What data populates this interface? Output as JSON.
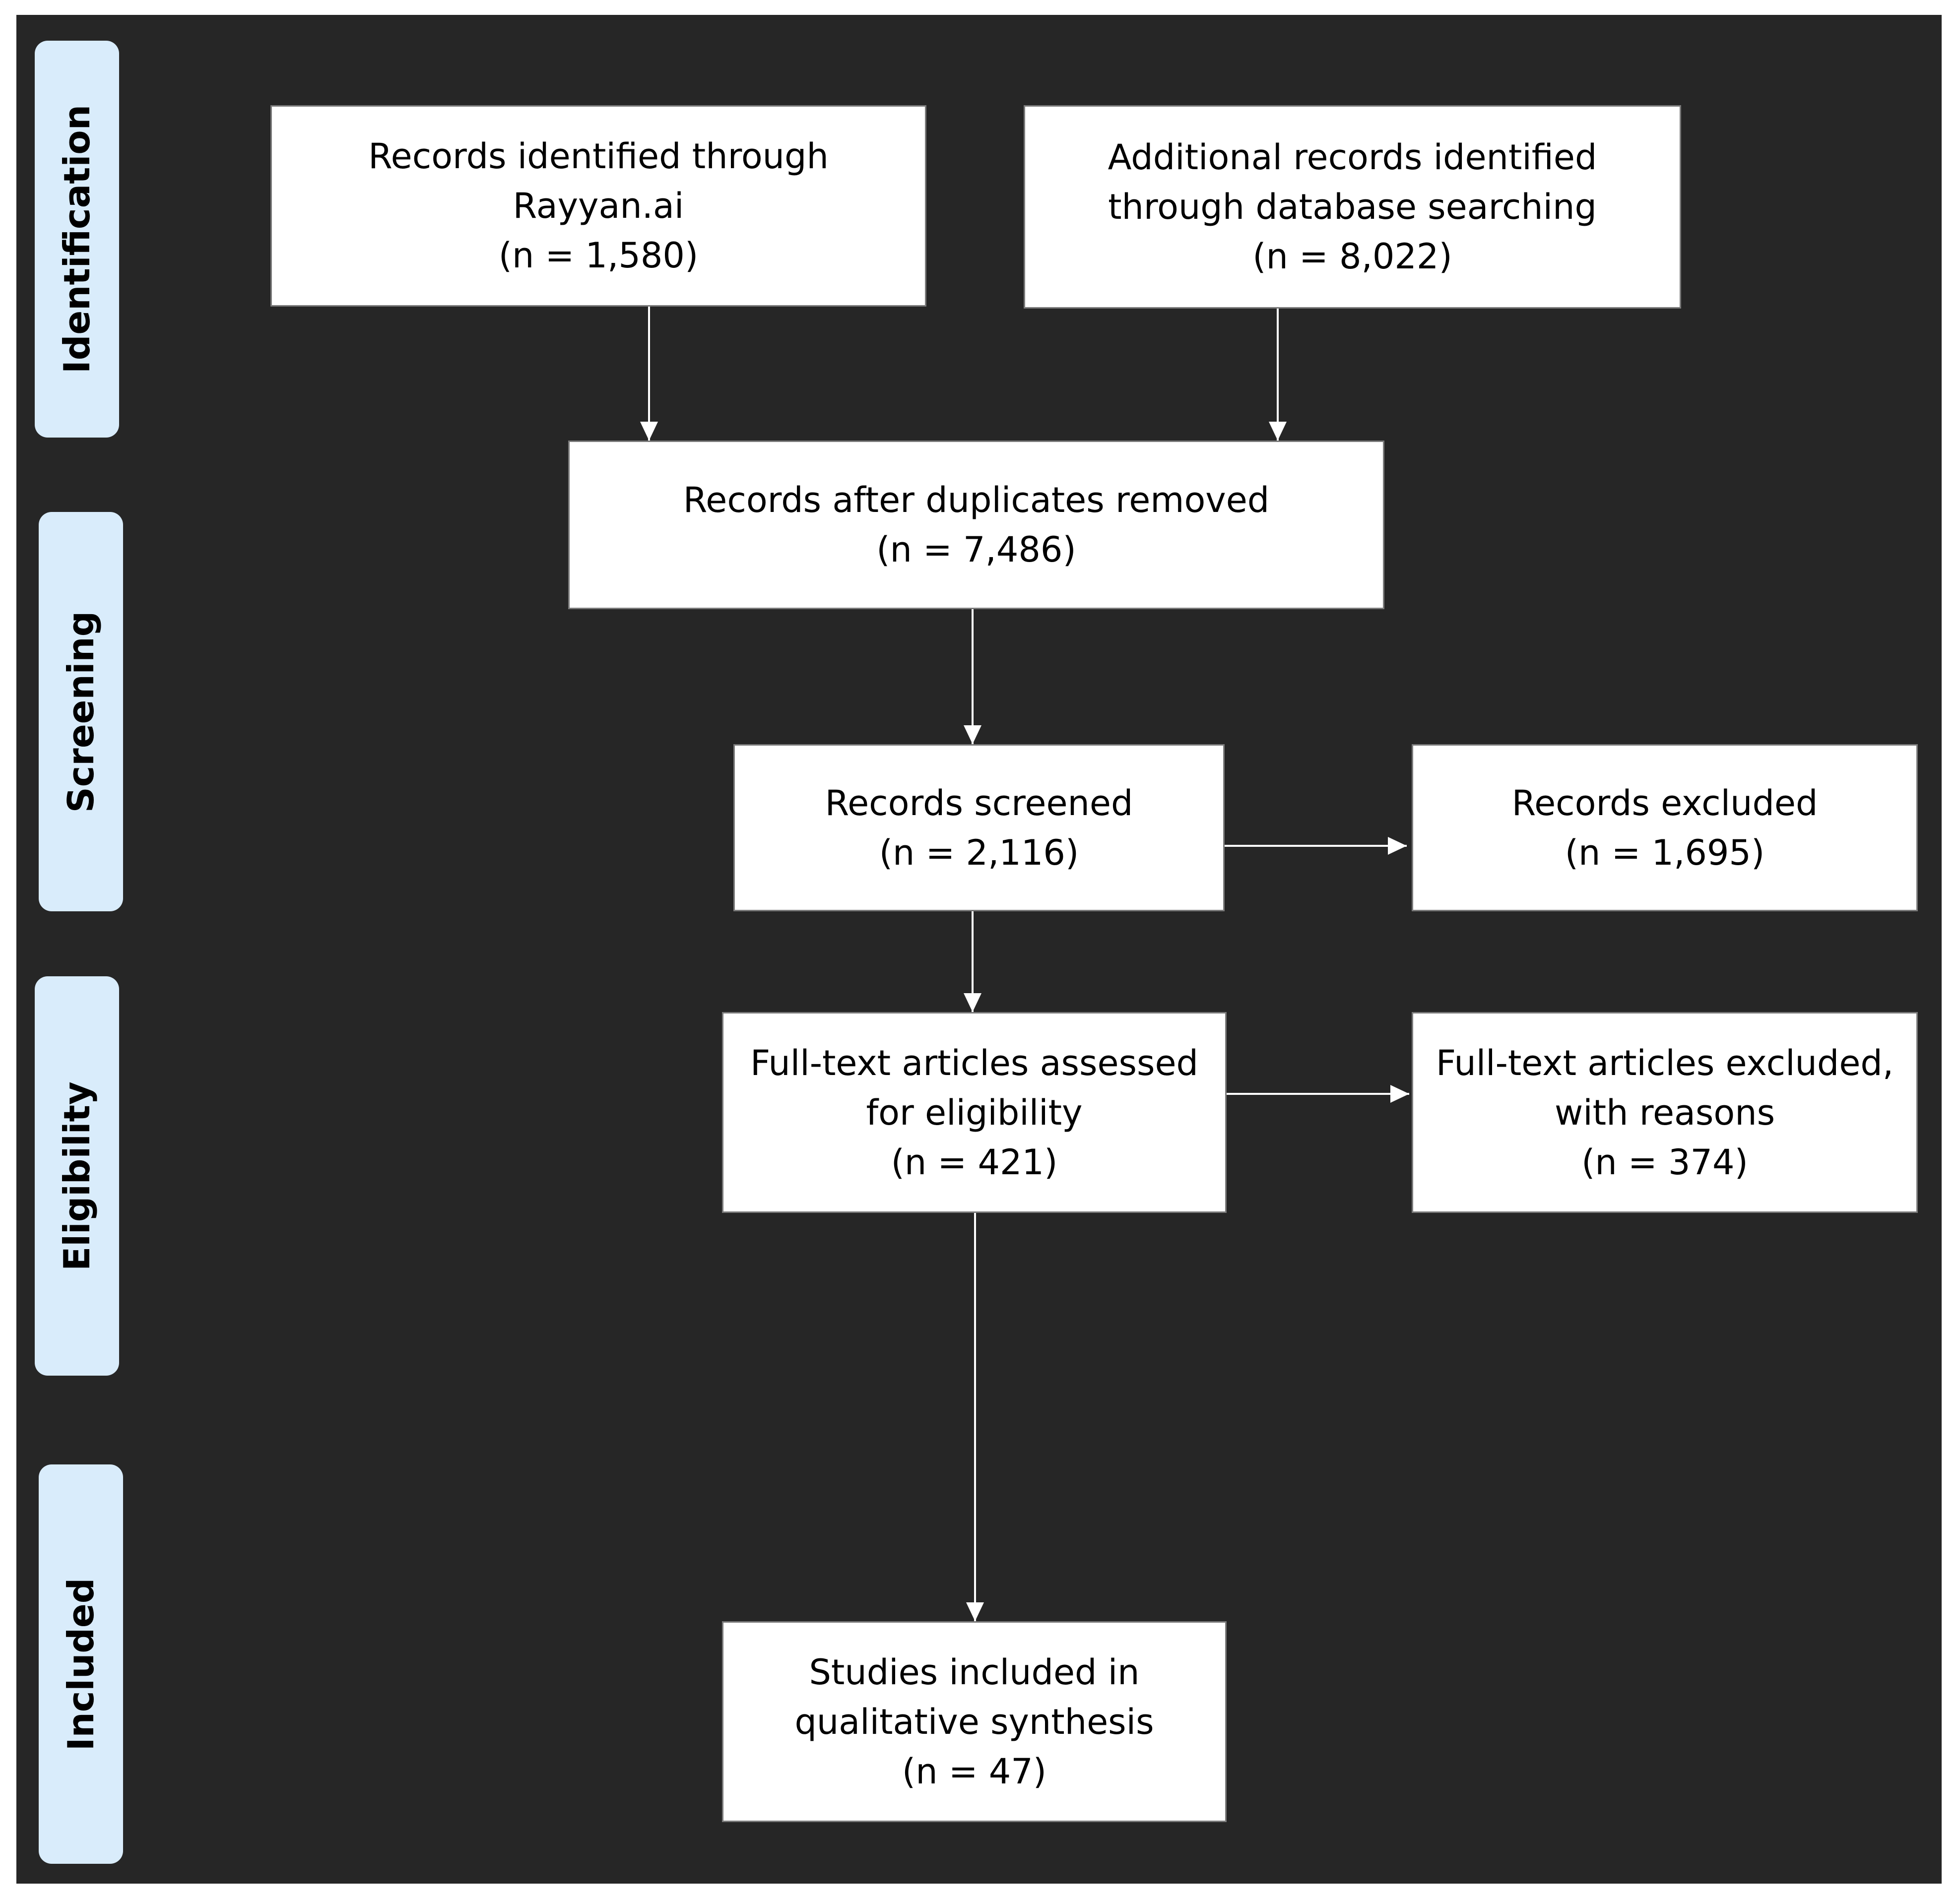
{
  "colors": {
    "background": "#262626",
    "stage_fill": "#d9ecfb",
    "box_fill": "#ffffff",
    "arrow": "#ffffff"
  },
  "stages": {
    "identification": "Identification",
    "screening": "Screening",
    "eligibility": "Eligibility",
    "included": "Included"
  },
  "boxes": {
    "rayyan": {
      "line1": "Records identified through",
      "line2": "Rayyan.ai",
      "count": "(n = 1,580)"
    },
    "database": {
      "line1": "Additional records identified",
      "line2": "through database searching",
      "count": "(n = 8,022)"
    },
    "duplicates_removed": {
      "line1": "Records after duplicates removed",
      "count": "(n = 7,486)"
    },
    "screened": {
      "line1": "Records screened",
      "count": "(n = 2,116)"
    },
    "excluded": {
      "line1": "Records excluded",
      "count": "(n = 1,695)"
    },
    "fulltext_assessed": {
      "line1": "Full-text articles assessed",
      "line2": "for eligibility",
      "count": "(n = 421)"
    },
    "fulltext_excluded": {
      "line1": "Full-text articles excluded,",
      "line2": "with reasons",
      "count": "(n = 374)"
    },
    "included": {
      "line1": "Studies included in",
      "line2": "qualitative synthesis",
      "count": "(n = 47)"
    }
  }
}
